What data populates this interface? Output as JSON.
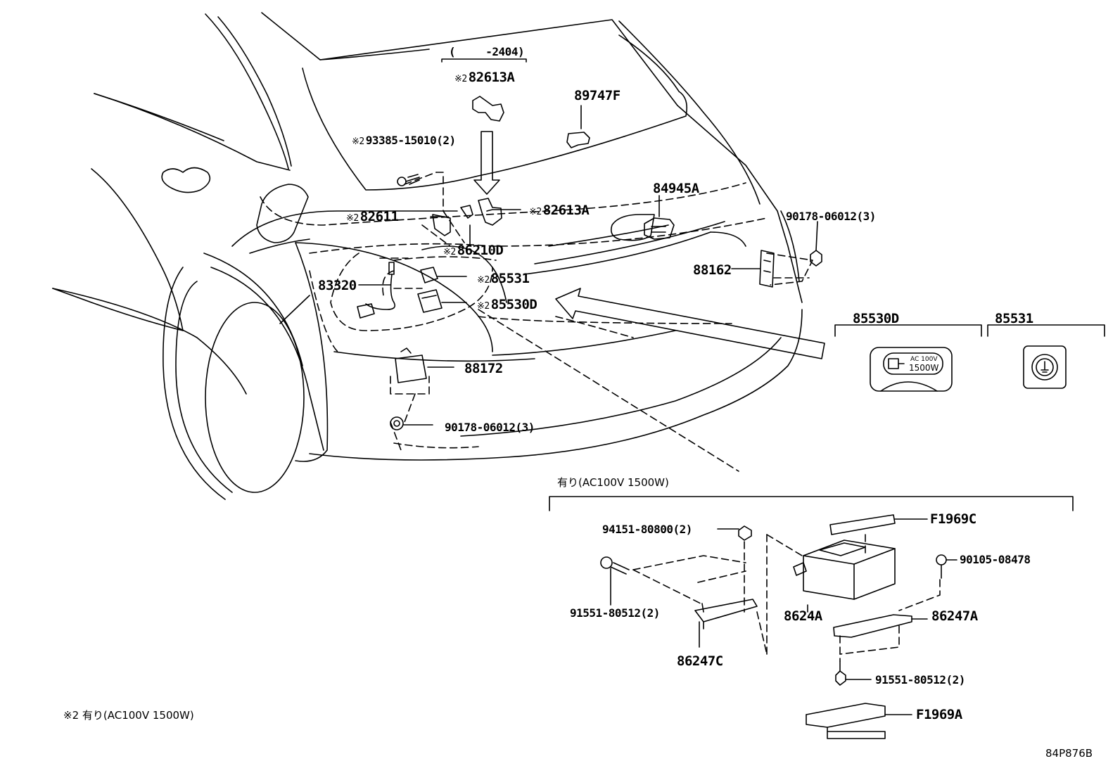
{
  "callouts": {
    "range_prefix": "(",
    "range_suffix": "-2404)",
    "p82613a_top": "82613A",
    "p89747f": "89747F",
    "p93385": "93385-15010(2)",
    "p84945a": "84945A",
    "p90178_right": "90178-06012(3)",
    "p82611": "82611",
    "p82613a_mid": "82613A",
    "p86210d": "86210D",
    "p88162": "88162",
    "p85531": "85531",
    "p83320": "83320",
    "p85530d": "85530D",
    "p88172": "88172",
    "p90178_bottom": "90178-06012(3)",
    "mark": "※2"
  },
  "inset_labels": {
    "i85530d": "85530D",
    "i85531": "85531",
    "outlet_line1": "AC 100V",
    "outlet_line2": "1500W"
  },
  "detail": {
    "title": "有り(AC100V 1500W)",
    "f1969c": "F1969C",
    "p94151": "94151-80800(2)",
    "p90105": "90105-08478",
    "p91551_left": "91551-80512(2)",
    "p8624a": "8624A",
    "p86247a": "86247A",
    "p86247c": "86247C",
    "p91551_right": "91551-80512(2)",
    "f1969a": "F1969A"
  },
  "footnote": "※2 有り(AC100V 1500W)",
  "figure_code": "84P876B"
}
